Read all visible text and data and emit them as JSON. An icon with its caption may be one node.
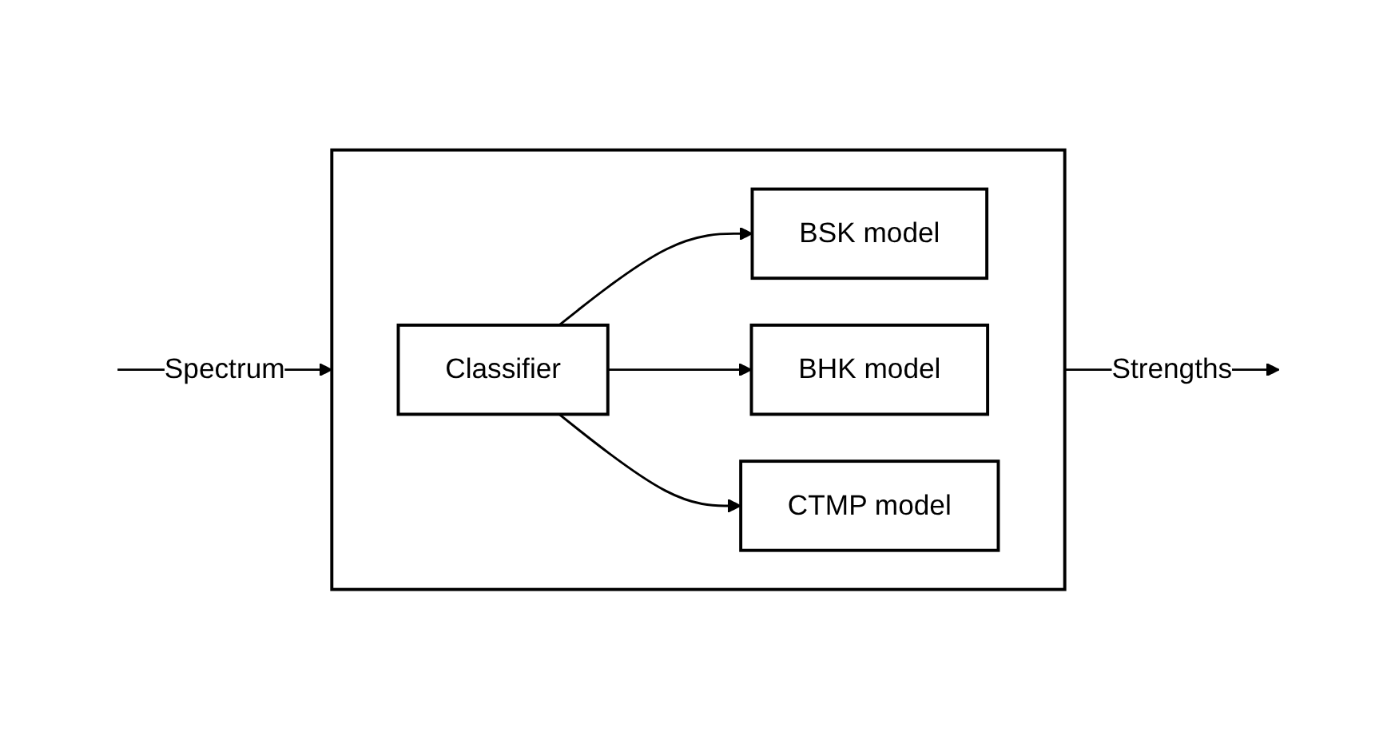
{
  "diagram": {
    "nodes": [
      {
        "text": [],
        "shape": "box"
      },
      {
        "text": [
          "Classifier"
        ],
        "in": 0
      },
      {
        "text": [
          "BSK model"
        ],
        "in": 0
      },
      {
        "text": [
          "BHK model"
        ],
        "in": 0
      },
      {
        "text": [
          "CTMP model"
        ],
        "in": 0
      }
    ],
    "edges": [
      {
        "from": null,
        "to": 0,
        "arrow": "to",
        "label": "Spectrum"
      },
      {
        "from": 1,
        "to": 2,
        "arrow": "to"
      },
      {
        "from": 1,
        "to": 3,
        "arrow": "to"
      },
      {
        "from": 1,
        "to": 4,
        "arrow": "to"
      },
      {
        "from": 0,
        "to": null,
        "arrow": "to",
        "label": "Strengths"
      }
    ]
  }
}
